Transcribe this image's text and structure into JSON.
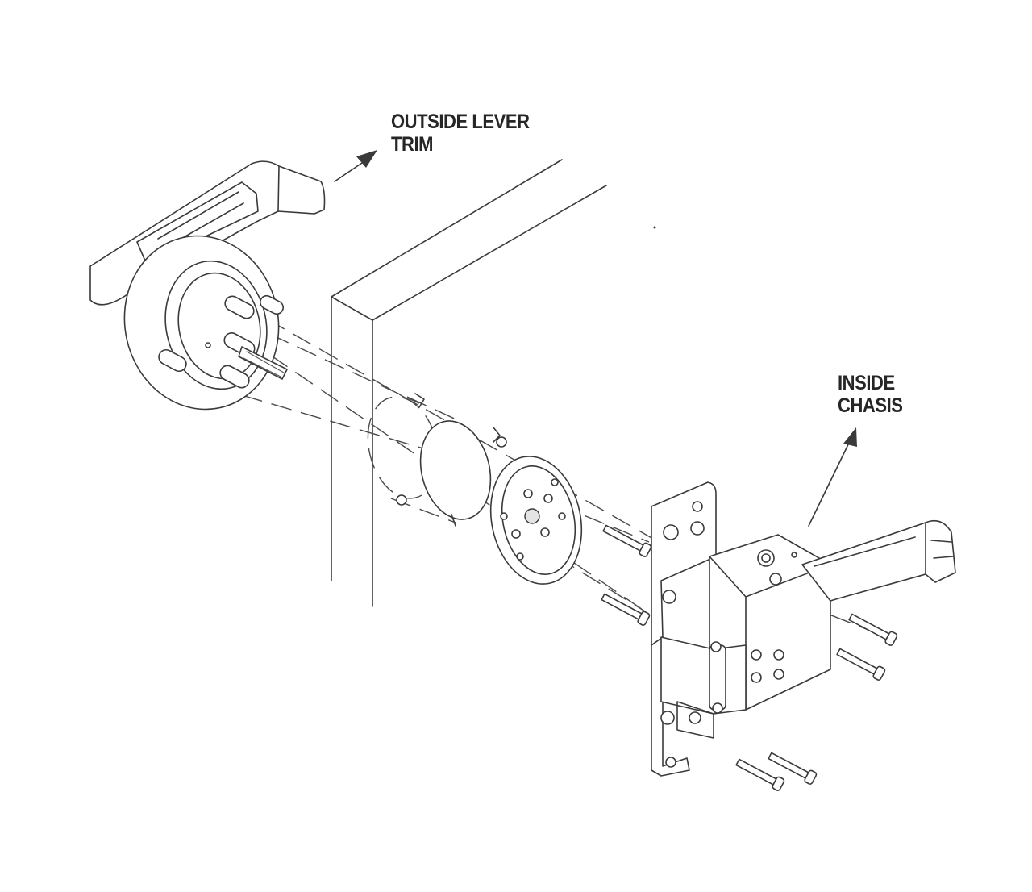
{
  "labels": {
    "outside_line1": "OUTSIDE LEVER",
    "outside_line2": "TRIM",
    "inside_line1": "INSIDE",
    "inside_line2": "CHASIS"
  }
}
